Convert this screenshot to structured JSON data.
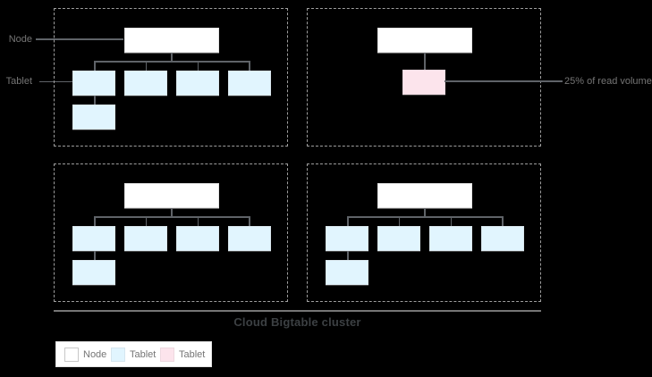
{
  "diagram": {
    "caption": "Cloud Bigtable cluster",
    "annotations": {
      "node_pointer": "Node",
      "tablet_pointer": "Tablet",
      "hot_tablet_callout": "25% of read volume"
    },
    "nodes": [
      {
        "id": 1,
        "tablet_count": 5,
        "hot_tablet_count": 0
      },
      {
        "id": 2,
        "tablet_count": 0,
        "hot_tablet_count": 1
      },
      {
        "id": 3,
        "tablet_count": 5,
        "hot_tablet_count": 0
      },
      {
        "id": 4,
        "tablet_count": 5,
        "hot_tablet_count": 0
      }
    ]
  },
  "legend": {
    "items": [
      {
        "label": "Node",
        "color": "#ffffff"
      },
      {
        "label": "Tablet",
        "color": "#e1f5fe"
      },
      {
        "label": "Tablet",
        "color": "#fce4ec"
      }
    ]
  },
  "colors": {
    "background": "#000000",
    "node_fill": "#ffffff",
    "tablet_fill": "#e1f5fe",
    "hot_tablet_fill": "#fce4ec",
    "connector_line": "#5f6368",
    "dashed_border": "#9e9e9e",
    "cluster_line": "#757575",
    "caption_text": "#3c4043",
    "label_text": "#757575"
  }
}
